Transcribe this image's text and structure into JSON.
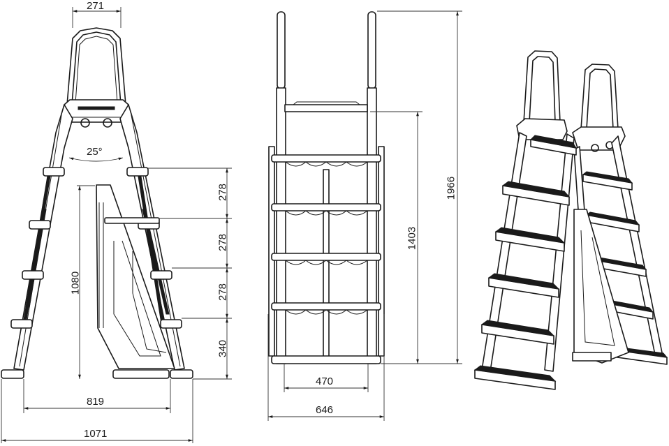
{
  "figure": {
    "subject": "A-frame pool ladder technical drawing",
    "views": [
      "side-view",
      "front-view",
      "isometric-view"
    ],
    "units": "mm"
  },
  "side_view": {
    "top_width": "271",
    "leg_angle": "25°",
    "step_spacings": [
      "278",
      "278",
      "278",
      "340"
    ],
    "barrier_height": "1080",
    "inner_base_width": "819",
    "outer_base_width": "1071"
  },
  "front_view": {
    "total_height": "1966",
    "platform_height": "1403",
    "inner_width": "470",
    "outer_width": "646"
  },
  "colors": {
    "line": "#1a1a1a",
    "background": "#ffffff"
  }
}
